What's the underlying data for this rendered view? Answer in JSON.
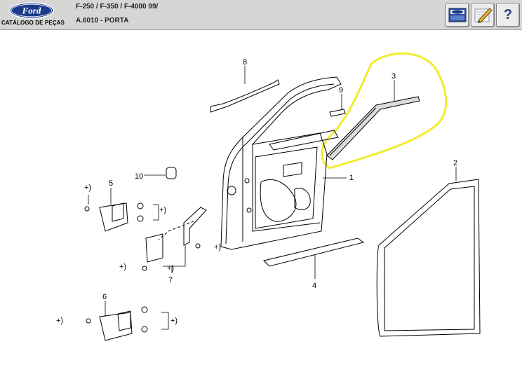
{
  "header": {
    "brand": "Ford",
    "catalog_caption": "CATÁLOGO DE PEÇAS",
    "model": "F-250 / F-350 / F-4000 99/",
    "section": "A.6010 - PORTA",
    "help_label": "?"
  },
  "toolbar": {
    "icons": [
      "ford-catalog-icon",
      "pencil-edit-icon",
      "help-icon"
    ]
  },
  "diagram": {
    "callouts": [
      "1",
      "2",
      "3",
      "4",
      "5",
      "6",
      "7",
      "8",
      "9",
      "10"
    ],
    "plus_markers": [
      "+)",
      "+)",
      "+)",
      "+)",
      "+)",
      "+)",
      "+)"
    ],
    "highlight_color": "#f2ec2a"
  }
}
